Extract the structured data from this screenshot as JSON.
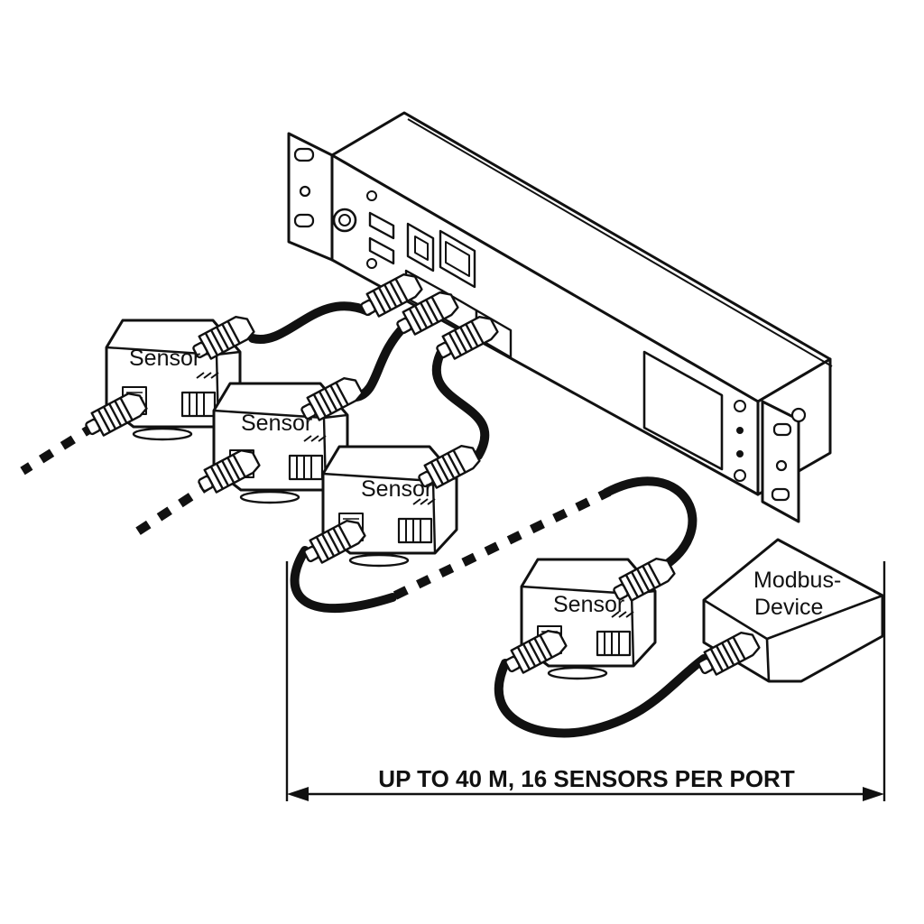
{
  "diagram": {
    "sensor_labels": [
      "Sensor",
      "Sensor",
      "Sensor",
      "Sensor"
    ],
    "modbus_label_line1": "Modbus-",
    "modbus_label_line2": "Device",
    "dimension_text": "UP TO 40 M, 16 SENSORS PER PORT"
  },
  "colors": {
    "line": "#111111",
    "fill": "#ffffff"
  }
}
